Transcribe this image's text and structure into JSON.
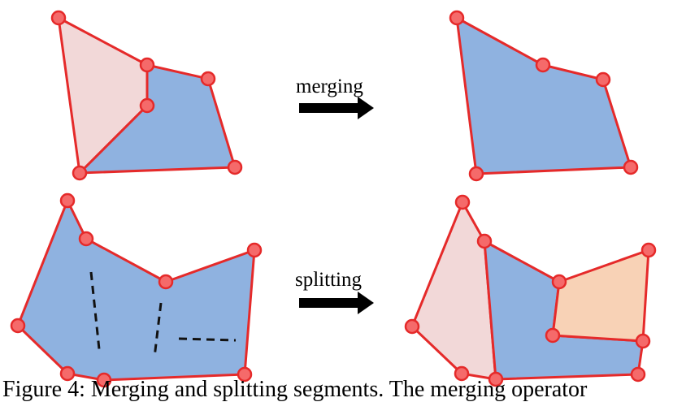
{
  "labels": {
    "merging": "merging",
    "splitting": "splitting"
  },
  "caption": "Figure 4: Merging and splitting segments. The merging operator",
  "colors": {
    "blue_fill": "#8FB2E0",
    "pink_fill": "#F2D8D8",
    "orange_fill": "#F8D2B6",
    "edge": "#E52A2A",
    "vertex_fill": "#F56A6A",
    "arrow": "#000000"
  }
}
